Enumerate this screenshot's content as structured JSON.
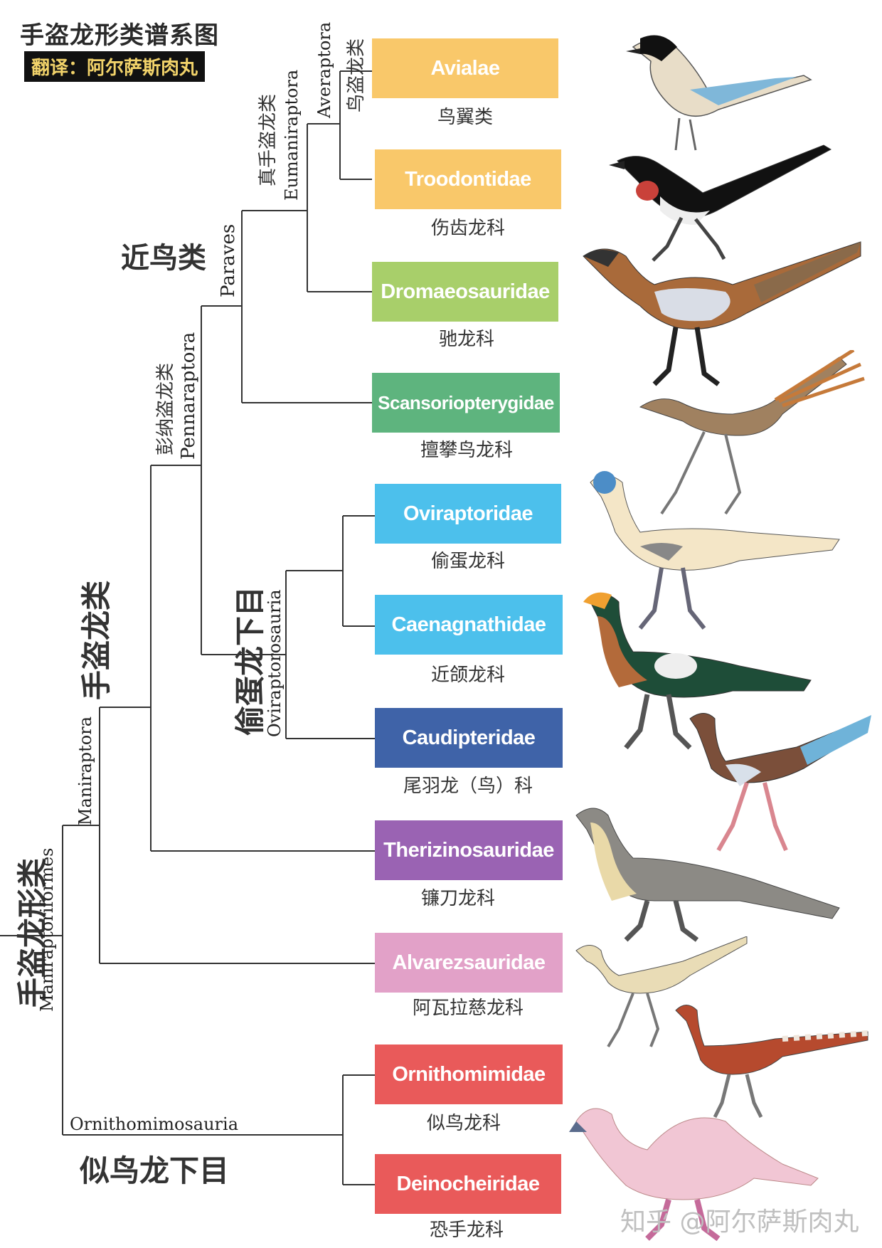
{
  "header": {
    "title": "手盗龙形类谱系图",
    "translator": "翻译：阿尔萨斯肉丸"
  },
  "clade_labels": {
    "maniraptoriformes_cn": "手盗龙形类",
    "maniraptoriformes_en": "Maniraptoriformes",
    "maniraptora_cn": "手盗龙类",
    "maniraptora_en": "Maniraptora",
    "pennaraptora_cn": "彭纳盗龙类",
    "pennaraptora_en": "Pennaraptora",
    "paraves_cn": "近鸟类",
    "paraves_en": "Paraves",
    "eumaniraptora_cn": "真手盗龙类",
    "eumaniraptora_en": "Eumaniraptora",
    "averaptora_cn": "鸟盗龙类",
    "averaptora_en": "Averaptora",
    "oviraptorosauria_cn": "偷蛋龙下目",
    "oviraptorosauria_en": "Oviraptorosauria",
    "ornithomimosauria_cn": "似鸟龙下目",
    "ornithomimosauria_en": "Ornithomimosauria"
  },
  "taxa": [
    {
      "en": "Avialae",
      "cn": "鸟翼类",
      "color": "#f9c86a"
    },
    {
      "en": "Troodontidae",
      "cn": "伤齿龙科",
      "color": "#f9c86a"
    },
    {
      "en": "Dromaeosauridae",
      "cn": "驰龙科",
      "color": "#a8cf6a"
    },
    {
      "en": "Scansoriopterygidae",
      "cn": "擅攀鸟龙科",
      "color": "#5eb47e"
    },
    {
      "en": "Oviraptoridae",
      "cn": "偷蛋龙科",
      "color": "#4cc0ec"
    },
    {
      "en": "Caenagnathidae",
      "cn": "近颌龙科",
      "color": "#4cc0ec"
    },
    {
      "en": "Caudipteridae",
      "cn": "尾羽龙（鸟）科",
      "color": "#3f63a8"
    },
    {
      "en": "Therizinosauridae",
      "cn": "镰刀龙科",
      "color": "#9a63b3"
    },
    {
      "en": "Alvarezsauridae",
      "cn": "阿瓦拉慈龙科",
      "color": "#e2a1c8"
    },
    {
      "en": "Ornithomimidae",
      "cn": "似鸟龙科",
      "color": "#e95a5a"
    },
    {
      "en": "Deinocheiridae",
      "cn": "恐手龙科",
      "color": "#e95a5a"
    }
  ],
  "watermark": "知乎 @阿尔萨斯肉丸"
}
